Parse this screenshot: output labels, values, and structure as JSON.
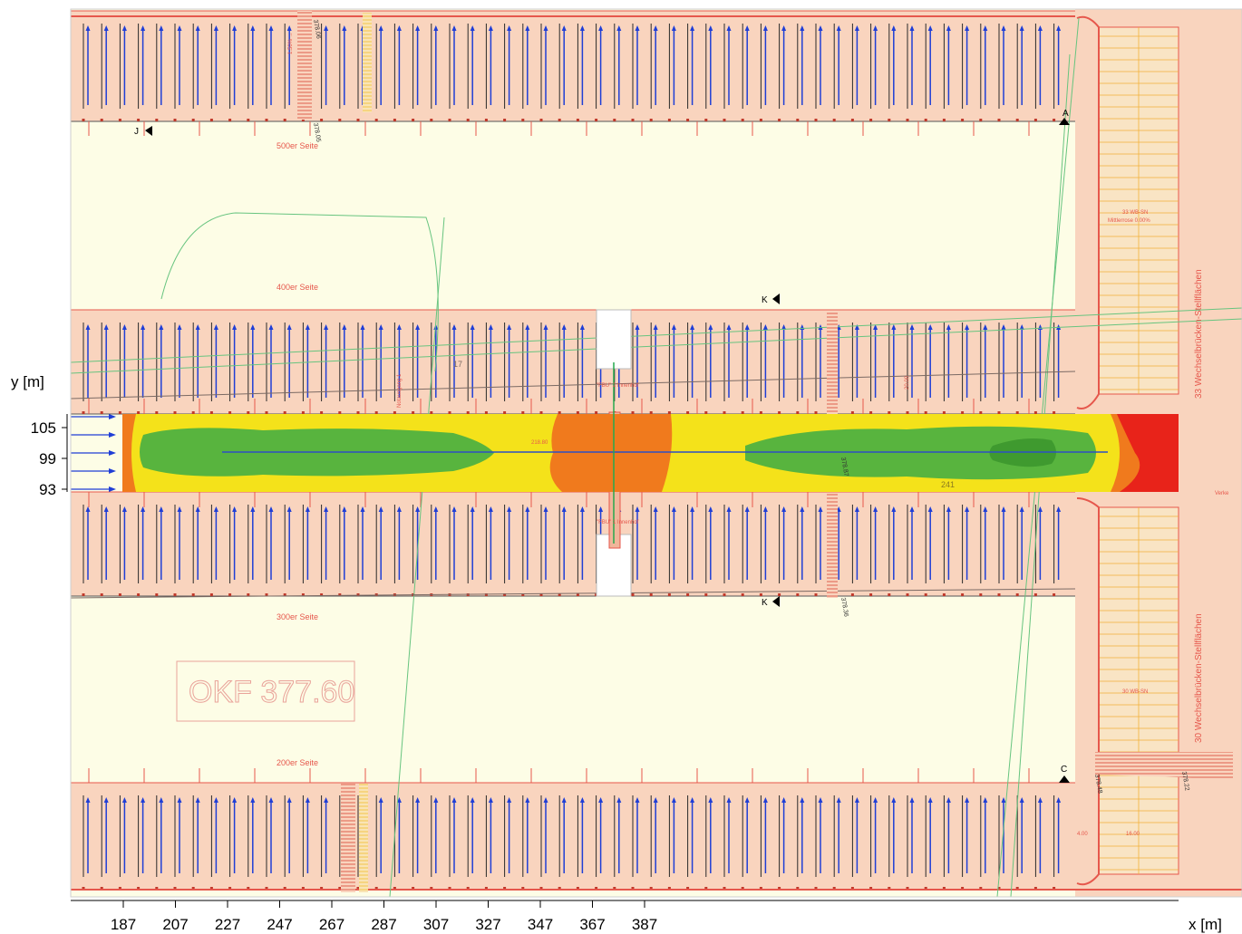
{
  "axes": {
    "x_label": "x [m]",
    "y_label": "y [m]",
    "x_ticks": [
      "187",
      "207",
      "227",
      "247",
      "267",
      "287",
      "307",
      "327",
      "347",
      "367",
      "387"
    ],
    "y_ticks": [
      "105",
      "99",
      "93"
    ]
  },
  "plan": {
    "okf_label": "OKF 377.60",
    "side_labels": [
      "500er Seite",
      "400er Seite",
      "300er Seite",
      "200er Seite"
    ],
    "section_markers": [
      "J",
      "A",
      "K",
      "K",
      "C"
    ],
    "annotation_labels": [
      "33 WB-SN",
      "Mittlerrose 0.00%",
      "33 Wechselbrücken-Stellflächen",
      "30 Wechselbrücken-Stellflächen",
      "30 WB-SN",
      "Verke",
      "241",
      "17",
      "\"FBU\" 2 Innenhof",
      "\"FBU\" 1 Innenhof",
      "Notausgang 1",
      "1.50% →",
      "378.06",
      "378.05",
      "378.36",
      "378.87",
      "378.22",
      "378.48",
      "4.00",
      "16.00",
      "218.80",
      "20.00"
    ]
  },
  "colors": {
    "background": "#fdfde6",
    "parking_band": "#f9d4be",
    "green_dark": "#3f9a2f",
    "green_mid": "#58b43e",
    "green_light": "#8ed063",
    "yellow": "#f4e21a",
    "orange": "#f07a1d",
    "red": "#e8231a",
    "arrow_blue": "#1f3ed6",
    "red_line": "#e6574c",
    "green_line": "#67c47f"
  }
}
